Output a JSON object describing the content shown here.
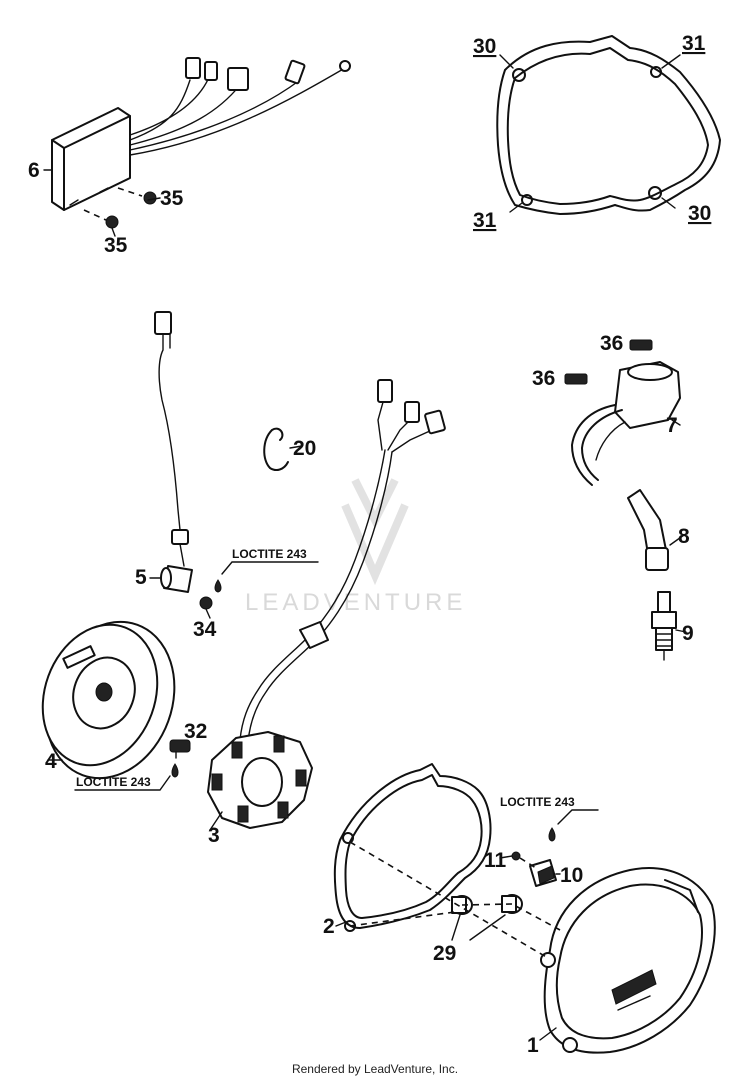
{
  "watermark": "LEADVENTURE",
  "footer": "Rendered by LeadVenture, Inc.",
  "loctite": "LOCTITE 243",
  "labels": {
    "p1": "1",
    "p2": "2",
    "p3": "3",
    "p4": "4",
    "p5": "5",
    "p6": "6",
    "p7": "7",
    "p8": "8",
    "p9": "9",
    "p10": "10",
    "p11": "11",
    "p20": "20",
    "p29": "29",
    "p30": "30",
    "p31": "31",
    "p32": "32",
    "p34": "34",
    "p35": "35",
    "p36": "36"
  }
}
